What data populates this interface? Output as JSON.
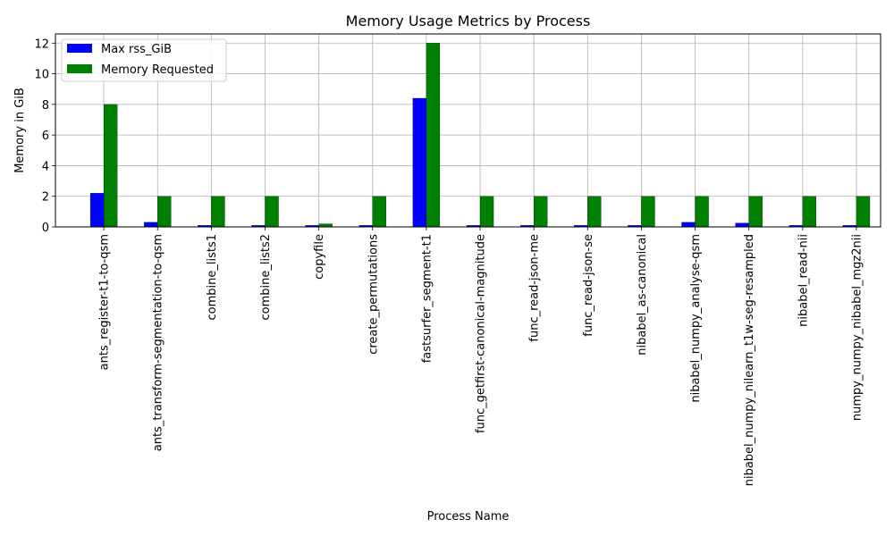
{
  "chart_data": {
    "type": "bar",
    "title": "Memory Usage Metrics by Process",
    "xlabel": "Process Name",
    "ylabel": "Memory in GiB",
    "ylim": [
      0,
      12.6
    ],
    "yticks": [
      0,
      2,
      4,
      6,
      8,
      10,
      12
    ],
    "grid": true,
    "legend_position": "top-left",
    "categories": [
      "ants_register-t1-to-qsm",
      "ants_transform-segmentation-to-qsm",
      "combine_lists1",
      "combine_lists2",
      "copyfile",
      "create_permutations",
      "fastsurfer_segment-t1",
      "func_getfirst-canonical-magnitude",
      "func_read-json-me",
      "func_read-json-se",
      "nibabel_as-canonical",
      "nibabel_numpy_analyse-qsm",
      "nibabel_numpy_nilearn_t1w-seg-resampled",
      "nibabel_read-nii",
      "numpy_numpy_nibabel_mgz2nii"
    ],
    "series": [
      {
        "name": "Max rss_GiB",
        "color": "#0000ff",
        "values": [
          2.2,
          0.3,
          0.1,
          0.1,
          0.1,
          0.1,
          8.4,
          0.1,
          0.1,
          0.1,
          0.1,
          0.3,
          0.25,
          0.1,
          0.1
        ]
      },
      {
        "name": "Memory Requested",
        "color": "#008000",
        "values": [
          8,
          2,
          2,
          2,
          0.2,
          2,
          12,
          2,
          2,
          2,
          2,
          2,
          2,
          2,
          2
        ]
      }
    ]
  }
}
